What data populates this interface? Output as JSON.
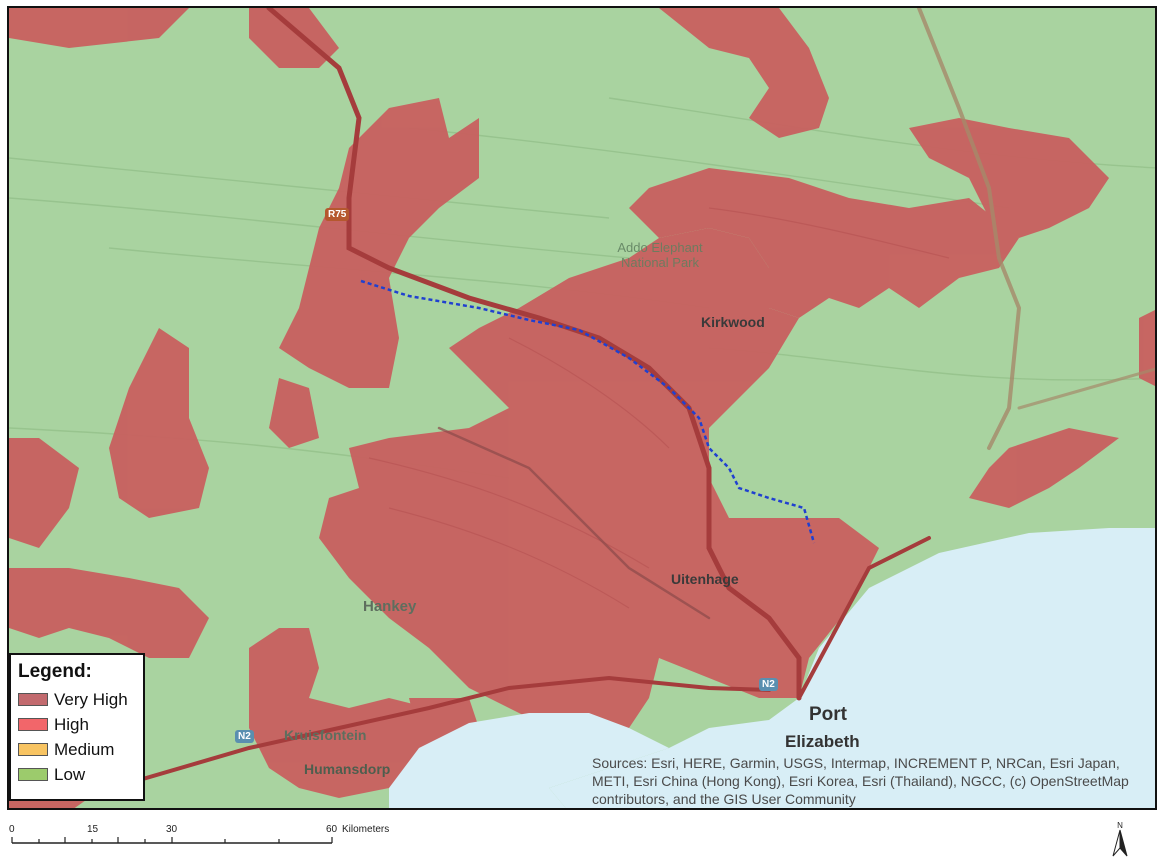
{
  "map": {
    "places": [
      {
        "name": "Kirkwood",
        "size": 14
      },
      {
        "name": "Uitenhage",
        "size": 14
      },
      {
        "name": "Hankey",
        "size": 15
      },
      {
        "name": "Kruisfontein",
        "size": 14
      },
      {
        "name": "Humansdorp",
        "size": 14
      },
      {
        "name": "Port",
        "size": 19
      },
      {
        "name": "Elizabeth",
        "size": 17
      }
    ],
    "park_label": "Addo Elephant National Park",
    "road_shields": [
      "R75",
      "N2",
      "N2"
    ],
    "colors": {
      "very_high": "#c8605f",
      "high": "#f0686a",
      "medium": "#f7c55e",
      "low": "#9cc584",
      "sea": "#d8eef6",
      "route": "#2040d0"
    }
  },
  "legend": {
    "title": "Legend:",
    "items": [
      {
        "label": "Very High",
        "color": "#c26a6e"
      },
      {
        "label": "High",
        "color": "#f2666a"
      },
      {
        "label": "Medium",
        "color": "#f8c462"
      },
      {
        "label": "Low",
        "color": "#9ccb6c"
      }
    ]
  },
  "sources": "Sources: Esri, HERE, Garmin, USGS, Intermap, INCREMENT P, NRCan, Esri Japan, METI, Esri China (Hong Kong), Esri Korea, Esri (Thailand), NGCC, (c) OpenStreetMap contributors, and the GIS User Community",
  "scale": {
    "ticks": [
      "0",
      "15",
      "30",
      "60"
    ],
    "unit": "Kilometers"
  },
  "north_label": "N"
}
